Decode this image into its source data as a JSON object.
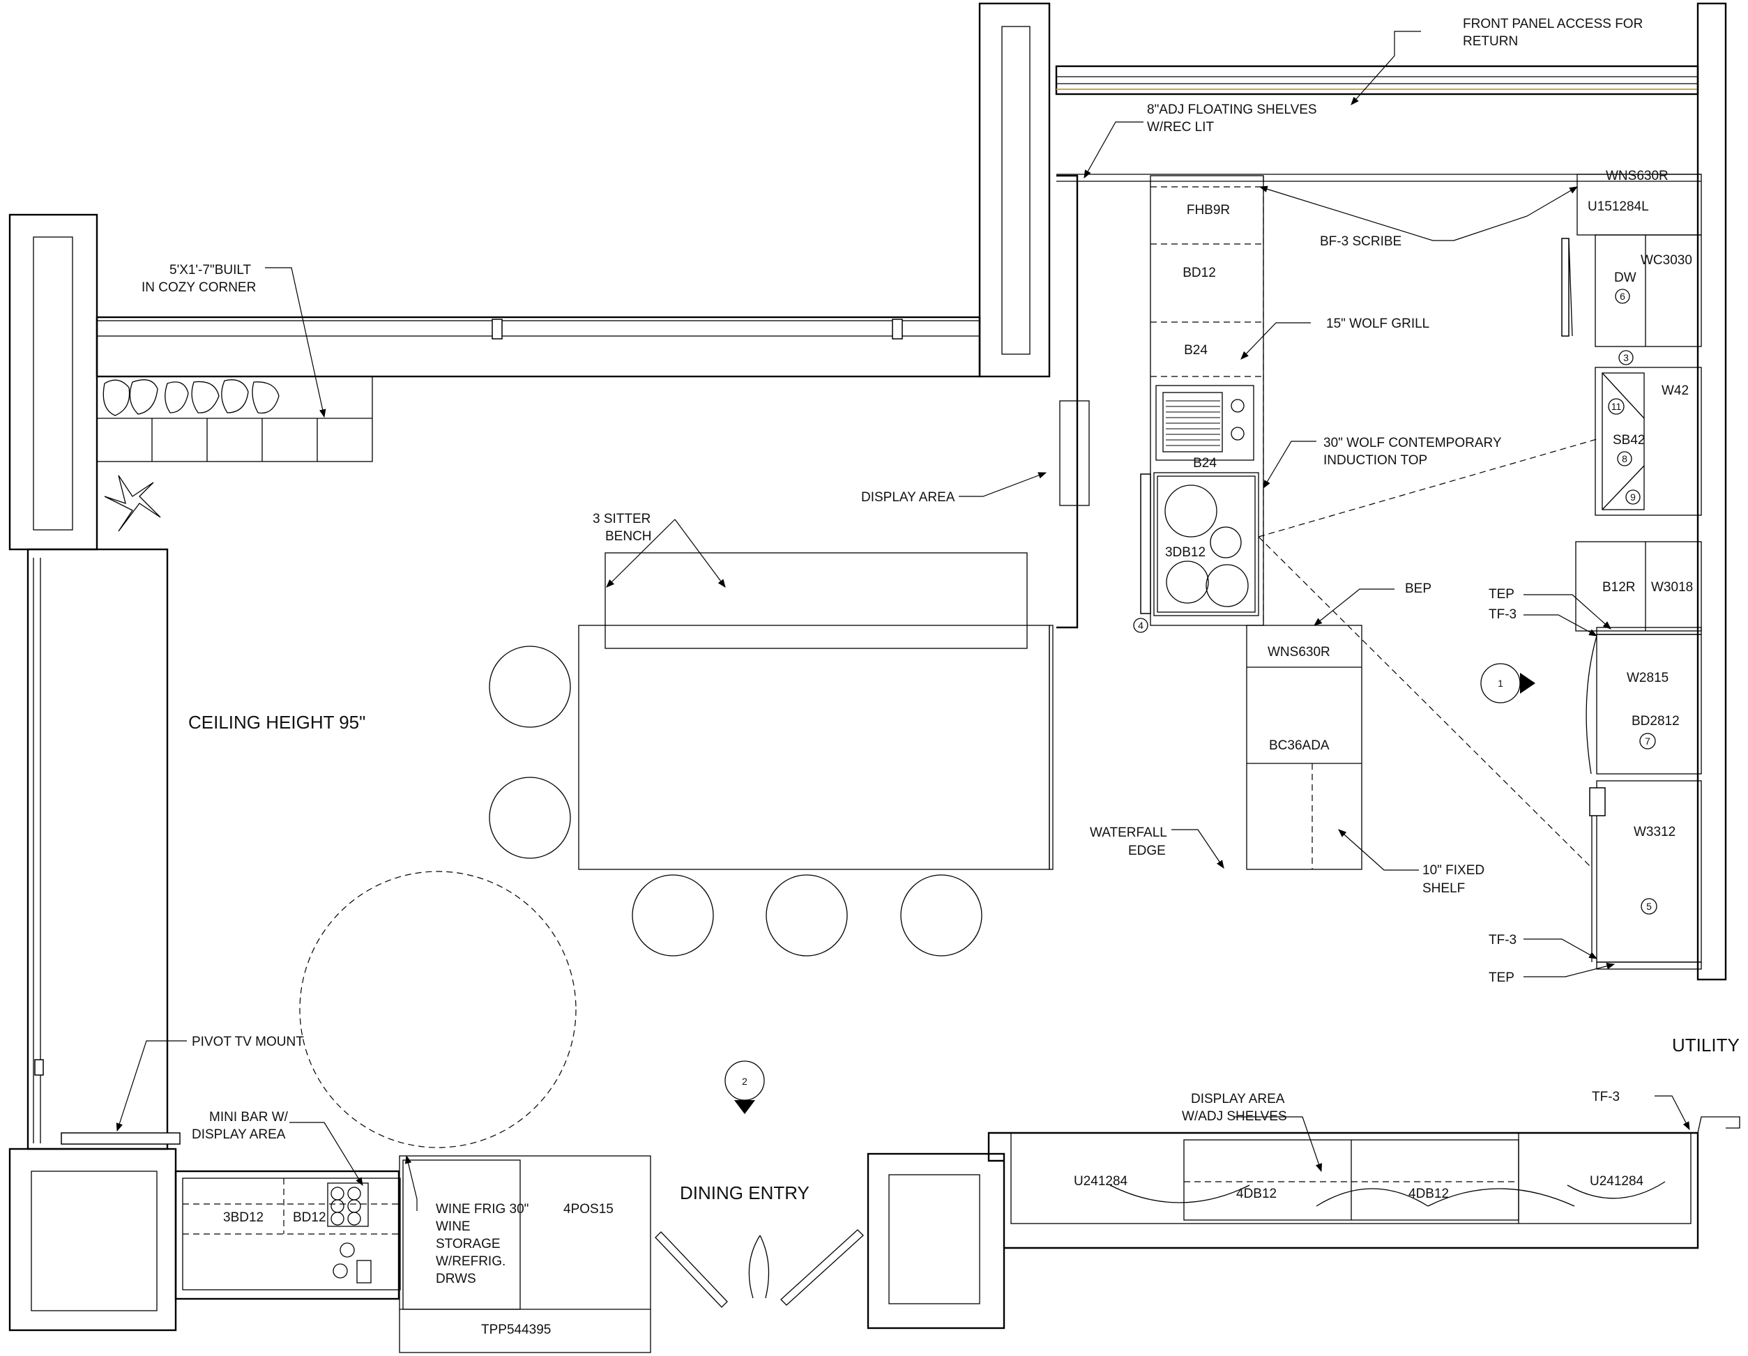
{
  "labels": {
    "front_panel_1": "FRONT PANEL ACCESS FOR",
    "front_panel_2": "RETURN",
    "shelves_1": "8\"ADJ FLOATING SHELVES",
    "shelves_2": "W/REC LIT",
    "built_1": "5'X1'-7\"BUILT",
    "built_2": "IN COZY CORNER",
    "fhb9r": "FHB9R",
    "bd12": "BD12",
    "b24_top": "B24",
    "b24_grill": "B24",
    "wns630r_top": "WNS630R",
    "u151284l": "U151284L",
    "bf3_scribe": "BF-3 SCRIBE",
    "dw": "DW",
    "wc3030": "WC3030",
    "wolf_grill": "15\" WOLF GRILL",
    "w42": "W42",
    "sb42": "SB42",
    "induction_1": "30\" WOLF CONTEMPORARY",
    "induction_2": "INDUCTION TOP",
    "display_area": "DISPLAY AREA",
    "bench_1": "3 SITTER",
    "bench_2": "BENCH",
    "db3_12": "3DB12",
    "bep": "BEP",
    "tep_top": "TEP",
    "tf3_top": "TF-3",
    "b12r": "B12R",
    "w3018": "W3018",
    "wns630r_island": "WNS630R",
    "w2815": "W2815",
    "bd2812": "BD2812",
    "ceiling": "CEILING HEIGHT 95\"",
    "bc36ada": "BC36ADA",
    "w3312": "W3312",
    "waterfall_1": "WATERFALL",
    "waterfall_2": "EDGE",
    "fixed_1": "10\" FIXED",
    "fixed_2": "SHELF",
    "tf3_bottom": "TF-3",
    "tep_bottom": "TEP",
    "pivot_tv": "PIVOT TV  MOUNT",
    "utility": "UTILITY",
    "display_shelves_1": "DISPLAY AREA",
    "display_shelves_2": "W/ADJ SHELVES",
    "tf3_utility": "TF-3",
    "minibar_1": "MINI BAR W/",
    "minibar_2": "DISPLAY  AREA",
    "u241284_left": "U241284",
    "u241284_right": "U241284",
    "db4_12_left": "4DB12",
    "db4_12_right": "4DB12",
    "db3_12_bar": "3BD12",
    "bd12_bar": "BD12",
    "wine_1": "WINE FRIG 30\"",
    "wine_2": "WINE",
    "wine_3": "STORAGE",
    "wine_4": "W/REFRIG.",
    "wine_5": "DRWS",
    "pos15": "4POS15",
    "dining_entry": "DINING ENTRY",
    "tpp": "TPP544395"
  },
  "tags": {
    "t6": "6",
    "t3": "3",
    "t11": "11",
    "t8": "8",
    "t9": "9",
    "t4": "4",
    "t7": "7",
    "t5": "5"
  },
  "section_markers": {
    "m1": "1",
    "m2": "2"
  }
}
